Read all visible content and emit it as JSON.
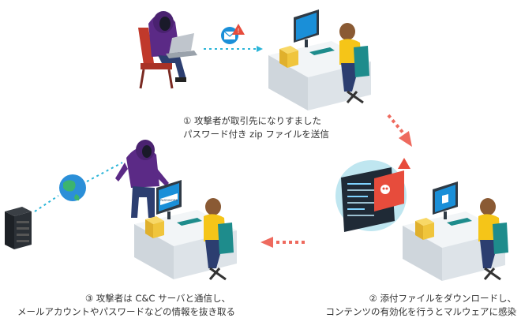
{
  "steps": [
    {
      "line1": "① 攻撃者が取引先になりすました",
      "line2": "パスワード付き zip ファイルを送信"
    },
    {
      "line1": "② 添付ファイルをダウンロードし、",
      "line2": "コンテンツの有効化を行うとマルウェアに感染"
    },
    {
      "line1": "③ 攻撃者は C&C サーバと通信し、",
      "line2": "メールアカウントやパスワードなどの情報を抜き取る"
    }
  ],
  "hacker_screen_label": "PASSWORD",
  "colors": {
    "hacker_hood": "#5b2a86",
    "victim_shirt": "#f5c518",
    "desk": "#e9eef2",
    "monitor_screen": "#1a8fd8",
    "arrow": "#ee6a5e",
    "dotted_link": "#2bb5d8",
    "chair": "#1e8c8c",
    "zip_box": "#f0c53c",
    "alert": "#e74c3c",
    "malware_bubble": "#bfe6f0"
  },
  "icons": [
    "email-alert-icon",
    "zip-file-icon",
    "malware-warning-icon",
    "globe-icon",
    "server-icon",
    "skull-icon"
  ]
}
